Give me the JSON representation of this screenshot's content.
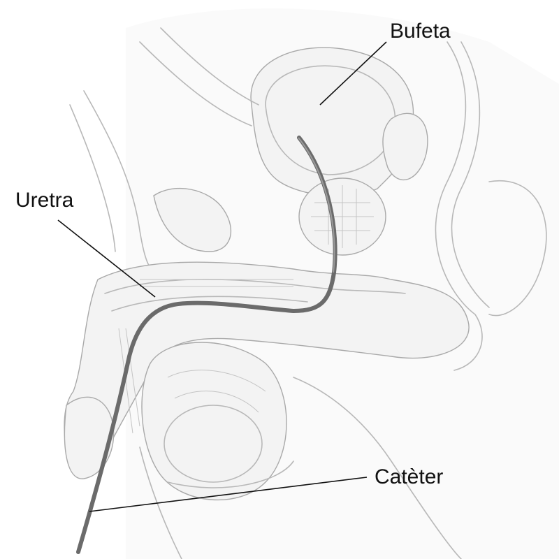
{
  "title": "Catèter urinari",
  "labels": {
    "bladder": "Bufeta",
    "urethra": "Uretra",
    "catheter": "Catèter"
  },
  "colors": {
    "catheter": "#6b6b6b",
    "leader": "#111111",
    "sketch": "#b8b8b8"
  }
}
